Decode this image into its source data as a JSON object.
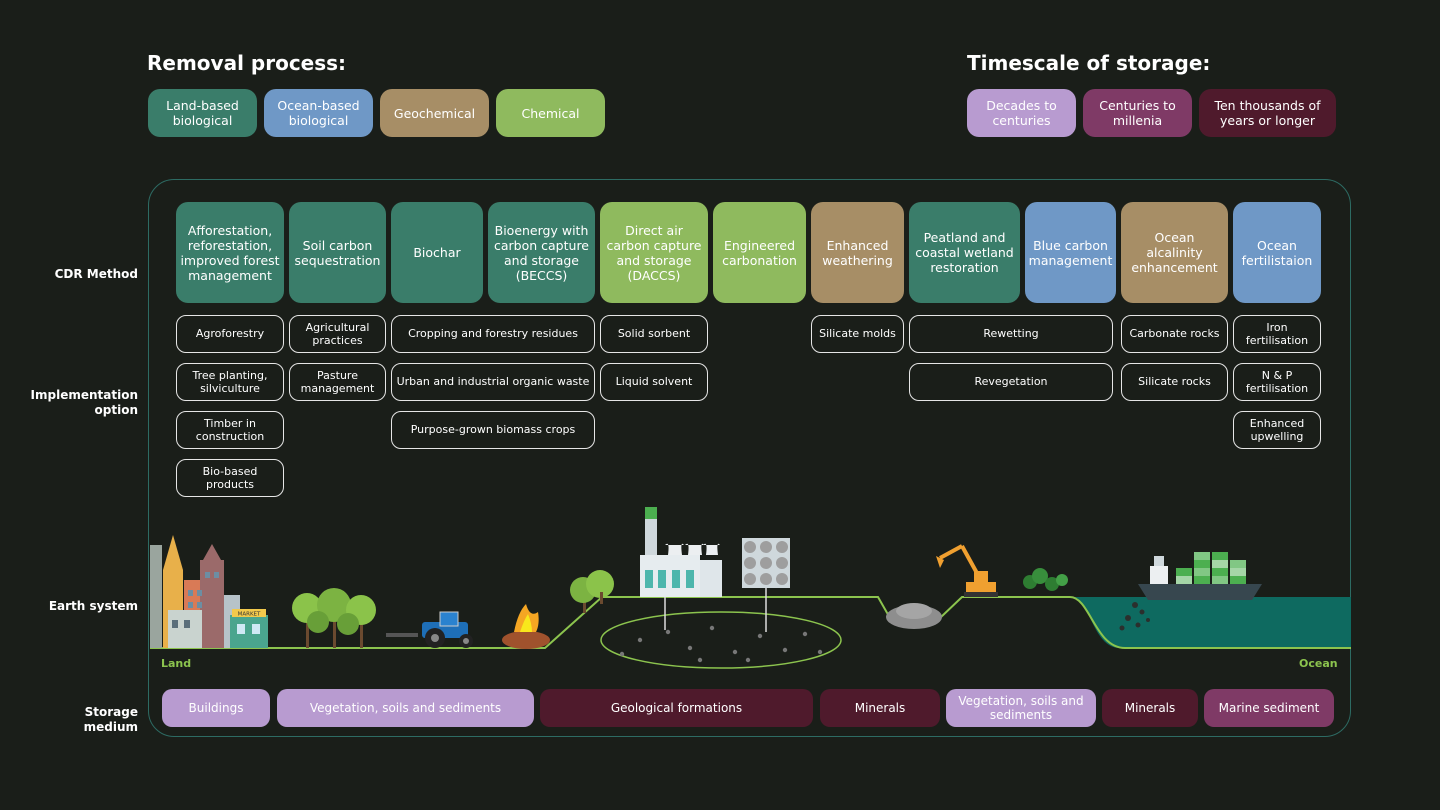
{
  "colors": {
    "land_based": "#3a7d6a",
    "ocean_based": "#6f98c6",
    "geochemical": "#a78e66",
    "chemical": "#8fba5e",
    "decades": "#b89bd0",
    "centuries": "#7f3a66",
    "ten_thousands": "#4f1a2c"
  },
  "removal_process": {
    "title": "Removal process:",
    "items": [
      "Land-based biological",
      "Ocean-based biological",
      "Geochemical",
      "Chemical"
    ]
  },
  "timescale": {
    "title": "Timescale of storage:",
    "items": [
      "Decades to centuries",
      "Centuries to millenia",
      "Ten thousands of years or longer"
    ]
  },
  "row_labels": {
    "cdr_method": "CDR Method",
    "implementation": "Implementation option",
    "earth_system": "Earth system",
    "storage_medium": "Storage medium"
  },
  "methods": [
    "Afforestation, reforestation, improved forest management",
    "Soil carbon sequestration",
    "Biochar",
    "Bioenergy with carbon capture and storage (BECCS)",
    "Direct air carbon capture and storage (DACCS)",
    "Engineered carbonation",
    "Enhanced weathering",
    "Peatland and coastal wetland restoration",
    "Blue carbon management",
    "Ocean alcalinity enhancement",
    "Ocean fertilistaion"
  ],
  "options": {
    "afforestation": [
      "Agroforestry",
      "Tree planting, silviculture",
      "Timber in construction",
      "Bio-based products"
    ],
    "soil": [
      "Agricultural practices",
      "Pasture management"
    ],
    "biochar_beccs": [
      "Cropping and forestry residues",
      "Urban and industrial organic waste",
      "Purpose-grown biomass crops"
    ],
    "daccs": [
      "Solid sorbent",
      "Liquid solvent"
    ],
    "weathering": [
      "Silicate molds"
    ],
    "peatland_blue": [
      "Rewetting",
      "Revegetation"
    ],
    "ocean_alkalinity": [
      "Carbonate rocks",
      "Silicate rocks"
    ],
    "ocean_fert": [
      "Iron fertilisation",
      "N & P fertilisation",
      "Enhanced upwelling"
    ]
  },
  "earth": {
    "land": "Land",
    "ocean": "Ocean",
    "market_sign": "MARKET"
  },
  "storage": [
    "Buildings",
    "Vegetation, soils and sediments",
    "Geological formations",
    "Minerals",
    "Vegetation, soils and sediments",
    "Minerals",
    "Marine sediment"
  ]
}
